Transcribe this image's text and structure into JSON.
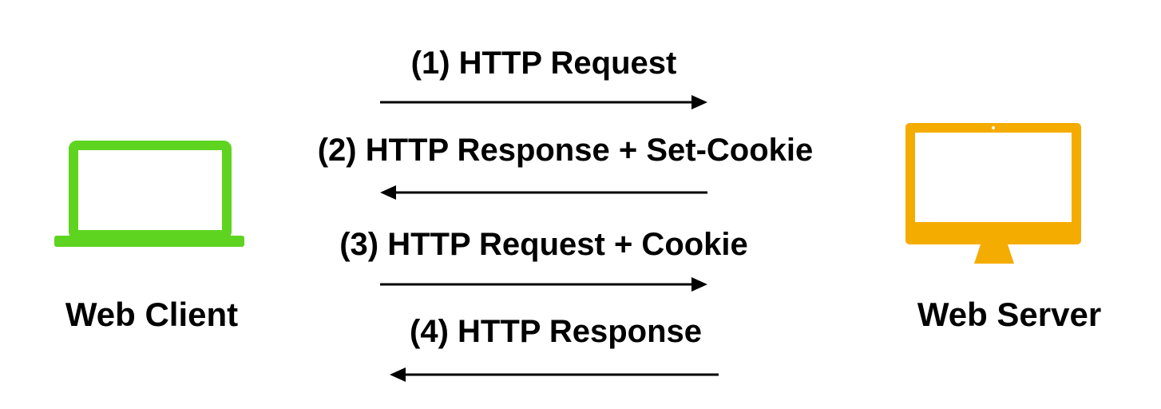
{
  "client": {
    "label": "Web Client",
    "icon": "laptop-icon",
    "color": "#5ed420"
  },
  "server": {
    "label": "Web Server",
    "icon": "desktop-monitor-icon",
    "color": "#f5ac00"
  },
  "messages": [
    {
      "label": "(1) HTTP Request",
      "direction": "client-to-server"
    },
    {
      "label": "(2) HTTP Response + Set-Cookie",
      "direction": "server-to-client"
    },
    {
      "label": "(3) HTTP Request + Cookie",
      "direction": "client-to-server"
    },
    {
      "label": "(4) HTTP Response",
      "direction": "server-to-client"
    }
  ]
}
